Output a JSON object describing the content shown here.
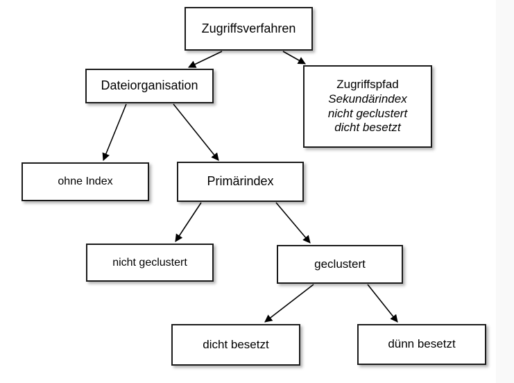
{
  "diagram": {
    "title_node": "Zugriffsverfahren",
    "background_color": "#ffffff",
    "node_fill": "#ffffff",
    "node_border_color": "#1a1a1a",
    "edge_color": "#000000",
    "nodes": [
      {
        "id": "zugriffsverfahren",
        "lines": [
          {
            "text": "Zugriffsverfahren",
            "style": "normal"
          }
        ]
      },
      {
        "id": "dateiorganisation",
        "lines": [
          {
            "text": "Dateiorganisation",
            "style": "normal"
          }
        ]
      },
      {
        "id": "zugriffspfad",
        "lines": [
          {
            "text": "Zugriffspfad",
            "style": "normal"
          },
          {
            "text": "Sekundärindex",
            "style": "italic"
          },
          {
            "text": "nicht geclustert",
            "style": "italic"
          },
          {
            "text": "dicht besetzt",
            "style": "italic"
          }
        ]
      },
      {
        "id": "ohne-index",
        "lines": [
          {
            "text": "ohne Index",
            "style": "normal"
          }
        ]
      },
      {
        "id": "primaerindex",
        "lines": [
          {
            "text": "Primärindex",
            "style": "normal"
          }
        ]
      },
      {
        "id": "nicht-geclustert",
        "lines": [
          {
            "text": "nicht geclustert",
            "style": "normal"
          }
        ]
      },
      {
        "id": "geclustert",
        "lines": [
          {
            "text": "geclustert",
            "style": "normal"
          }
        ]
      },
      {
        "id": "dicht-besetzt",
        "lines": [
          {
            "text": "dicht besetzt",
            "style": "normal"
          }
        ]
      },
      {
        "id": "duenn-besetzt",
        "lines": [
          {
            "text": "dünn besetzt",
            "style": "normal"
          }
        ]
      }
    ],
    "edges": [
      {
        "from": "zugriffsverfahren",
        "to": "dateiorganisation"
      },
      {
        "from": "zugriffsverfahren",
        "to": "zugriffspfad"
      },
      {
        "from": "dateiorganisation",
        "to": "ohne-index"
      },
      {
        "from": "dateiorganisation",
        "to": "primaerindex"
      },
      {
        "from": "primaerindex",
        "to": "nicht-geclustert"
      },
      {
        "from": "primaerindex",
        "to": "geclustert"
      },
      {
        "from": "geclustert",
        "to": "dicht-besetzt"
      },
      {
        "from": "geclustert",
        "to": "duenn-besetzt"
      }
    ]
  }
}
